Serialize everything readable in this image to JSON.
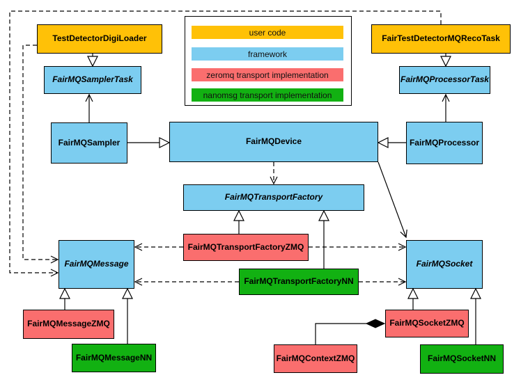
{
  "colors": {
    "user_code": "#FFC107",
    "framework": "#7CCDF0",
    "zeromq": "#FA6E6E",
    "nanomsg": "#12B112"
  },
  "legend": {
    "items": [
      {
        "label": "user code",
        "color": "#FFC107"
      },
      {
        "label": "framework",
        "color": "#7CCDF0"
      },
      {
        "label": "zeromq transport implementation",
        "color": "#FA6E6E"
      },
      {
        "label": "nanomsg transport implementation",
        "color": "#12B112"
      }
    ]
  },
  "nodes": {
    "digiLoader": {
      "label": "TestDetectorDigiLoader",
      "category": "user_code",
      "abstract": false
    },
    "recoTask": {
      "label": "FairTestDetectorMQRecoTask",
      "category": "user_code",
      "abstract": false
    },
    "samplerTask": {
      "label": "FairMQSamplerTask",
      "category": "framework",
      "abstract": true
    },
    "processorTask": {
      "label": "FairMQProcessorTask",
      "category": "framework",
      "abstract": true
    },
    "sampler": {
      "label": "FairMQSampler",
      "category": "framework",
      "abstract": false
    },
    "device": {
      "label": "FairMQDevice",
      "category": "framework",
      "abstract": false
    },
    "processor": {
      "label": "FairMQProcessor",
      "category": "framework",
      "abstract": false
    },
    "transportFactory": {
      "label": "FairMQTransportFactory",
      "category": "framework",
      "abstract": true
    },
    "transportFactoryZMQ": {
      "label": "FairMQTransportFactoryZMQ",
      "category": "zeromq",
      "abstract": false
    },
    "transportFactoryNN": {
      "label": "FairMQTransportFactoryNN",
      "category": "nanomsg",
      "abstract": false
    },
    "message": {
      "label": "FairMQMessage",
      "category": "framework",
      "abstract": true
    },
    "socket": {
      "label": "FairMQSocket",
      "category": "framework",
      "abstract": true
    },
    "messageZMQ": {
      "label": "FairMQMessageZMQ",
      "category": "zeromq",
      "abstract": false
    },
    "messageNN": {
      "label": "FairMQMessageNN",
      "category": "nanomsg",
      "abstract": false
    },
    "contextZMQ": {
      "label": "FairMQContextZMQ",
      "category": "zeromq",
      "abstract": false
    },
    "socketZMQ": {
      "label": "FairMQSocketZMQ",
      "category": "zeromq",
      "abstract": false
    },
    "socketNN": {
      "label": "FairMQSocketNN",
      "category": "nanomsg",
      "abstract": false
    }
  },
  "edges": [
    {
      "from": "TestDetectorDigiLoader",
      "to": "FairMQSamplerTask",
      "type": "inheritance",
      "style": "solid"
    },
    {
      "from": "FairTestDetectorMQRecoTask",
      "to": "FairMQProcessorTask",
      "type": "inheritance",
      "style": "solid"
    },
    {
      "from": "FairMQSampler",
      "to": "FairMQSamplerTask",
      "type": "association",
      "style": "solid"
    },
    {
      "from": "FairMQProcessor",
      "to": "FairMQProcessorTask",
      "type": "association",
      "style": "solid"
    },
    {
      "from": "FairMQSampler",
      "to": "FairMQDevice",
      "type": "inheritance",
      "style": "solid"
    },
    {
      "from": "FairMQProcessor",
      "to": "FairMQDevice",
      "type": "inheritance",
      "style": "solid"
    },
    {
      "from": "FairMQDevice",
      "to": "FairMQTransportFactory",
      "type": "dependency",
      "style": "dashed"
    },
    {
      "from": "FairMQDevice",
      "to": "FairMQSocket",
      "type": "association",
      "style": "solid"
    },
    {
      "from": "FairMQTransportFactoryZMQ",
      "to": "FairMQTransportFactory",
      "type": "inheritance",
      "style": "solid"
    },
    {
      "from": "FairMQTransportFactoryNN",
      "to": "FairMQTransportFactory",
      "type": "inheritance",
      "style": "solid"
    },
    {
      "from": "FairMQTransportFactoryZMQ",
      "to": "FairMQMessage",
      "type": "dependency",
      "style": "dashed"
    },
    {
      "from": "FairMQTransportFactoryZMQ",
      "to": "FairMQSocket",
      "type": "dependency",
      "style": "dashed"
    },
    {
      "from": "FairMQTransportFactoryNN",
      "to": "FairMQMessage",
      "type": "dependency",
      "style": "dashed"
    },
    {
      "from": "FairMQTransportFactoryNN",
      "to": "FairMQSocket",
      "type": "dependency",
      "style": "dashed"
    },
    {
      "from": "TestDetectorDigiLoader",
      "to": "FairMQMessage",
      "type": "dependency",
      "style": "dashed"
    },
    {
      "from": "FairTestDetectorMQRecoTask",
      "to": "FairMQMessage",
      "type": "dependency",
      "style": "dashed"
    },
    {
      "from": "FairMQMessageZMQ",
      "to": "FairMQMessage",
      "type": "inheritance",
      "style": "solid"
    },
    {
      "from": "FairMQMessageNN",
      "to": "FairMQMessage",
      "type": "inheritance",
      "style": "solid"
    },
    {
      "from": "FairMQSocketZMQ",
      "to": "FairMQSocket",
      "type": "inheritance",
      "style": "solid"
    },
    {
      "from": "FairMQSocketNN",
      "to": "FairMQSocket",
      "type": "inheritance",
      "style": "solid"
    },
    {
      "from": "FairMQContextZMQ",
      "to": "FairMQSocketZMQ",
      "type": "composition",
      "style": "solid"
    }
  ]
}
